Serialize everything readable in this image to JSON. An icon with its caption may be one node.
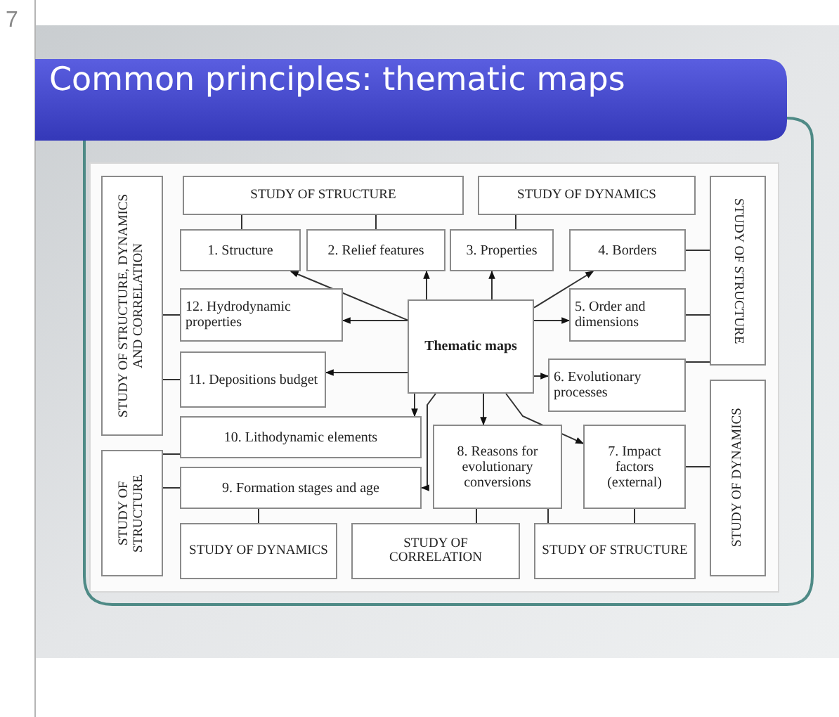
{
  "diagram": {
    "title": "Common principles: thematic maps",
    "nodes": [
      {
        "text": [
          "STUDY OF STRUCTURE, DYNAMICS AND CORRELATION"
        ]
      },
      {
        "text": [
          "STUDY OF STRUCTURE"
        ]
      },
      {
        "text": [
          "STUDY OF DYNAMICS"
        ]
      },
      {
        "text": [
          "STUDY OF STRUCTURE"
        ]
      },
      {
        "text": [
          "1. Structure"
        ]
      },
      {
        "text": [
          "2. Relief features"
        ]
      },
      {
        "text": [
          "3. Properties"
        ]
      },
      {
        "text": [
          "4. Borders"
        ]
      },
      {
        "text": [
          "12. Hydrodynamic properties"
        ]
      },
      {
        "text": [
          "Thematic maps"
        ]
      },
      {
        "text": [
          "5. Order and dimensions"
        ]
      },
      {
        "text": [
          "11. Depositions budget"
        ]
      },
      {
        "text": [
          "6. Evolutionary processes"
        ]
      },
      {
        "text": [
          "STUDY OF DYNAMICS"
        ]
      },
      {
        "text": [
          "10. Lithodynamic elements"
        ]
      },
      {
        "text": [
          "8. Reasons for evolutionary conversions"
        ]
      },
      {
        "text": [
          "7. Impact factors (external)"
        ]
      },
      {
        "text": [
          "STUDY OF STRUCTURE"
        ]
      },
      {
        "text": [
          "9. Formation stages and age"
        ]
      },
      {
        "text": [
          "STUDY OF DYNAMICS"
        ]
      },
      {
        "text": [
          "STUDY OF CORRELATION"
        ]
      },
      {
        "text": [
          "STUDY OF STRUCTURE"
        ]
      }
    ],
    "edges": [
      {
        "from": 9,
        "to": 4,
        "arrow": "to"
      },
      {
        "from": 9,
        "to": 5,
        "arrow": "to"
      },
      {
        "from": 9,
        "to": 6,
        "arrow": "to"
      },
      {
        "from": 9,
        "to": 7,
        "arrow": "to"
      },
      {
        "from": 9,
        "to": 10,
        "arrow": "to"
      },
      {
        "from": 9,
        "to": 12,
        "arrow": "to"
      },
      {
        "from": 9,
        "to": 16,
        "arrow": "to"
      },
      {
        "from": 9,
        "to": 15,
        "arrow": "to"
      },
      {
        "from": 9,
        "to": 18,
        "arrow": "to"
      },
      {
        "from": 9,
        "to": 14,
        "arrow": "to"
      },
      {
        "from": 9,
        "to": 11,
        "arrow": "to"
      },
      {
        "from": 9,
        "to": 8,
        "arrow": "to"
      },
      {
        "from": 1,
        "to": 4,
        "arrow": "none"
      },
      {
        "from": 1,
        "to": 5,
        "arrow": "none"
      },
      {
        "from": 2,
        "to": 6,
        "arrow": "none"
      },
      {
        "from": 3,
        "to": 7,
        "arrow": "none"
      },
      {
        "from": 3,
        "to": 10,
        "arrow": "none"
      },
      {
        "from": 3,
        "to": 12,
        "arrow": "none"
      },
      {
        "from": 13,
        "to": 16,
        "arrow": "none"
      },
      {
        "from": 21,
        "to": 16,
        "arrow": "none"
      },
      {
        "from": 21,
        "to": 15,
        "arrow": "none"
      },
      {
        "from": 20,
        "to": 15,
        "arrow": "none"
      },
      {
        "from": 19,
        "to": 18,
        "arrow": "none"
      },
      {
        "from": 17,
        "to": 18,
        "arrow": "none"
      },
      {
        "from": 17,
        "to": 14,
        "arrow": "none"
      },
      {
        "from": 0,
        "to": 8,
        "arrow": "none"
      },
      {
        "from": 0,
        "to": 11,
        "arrow": "none"
      }
    ],
    "labels": [
      "7"
    ]
  }
}
